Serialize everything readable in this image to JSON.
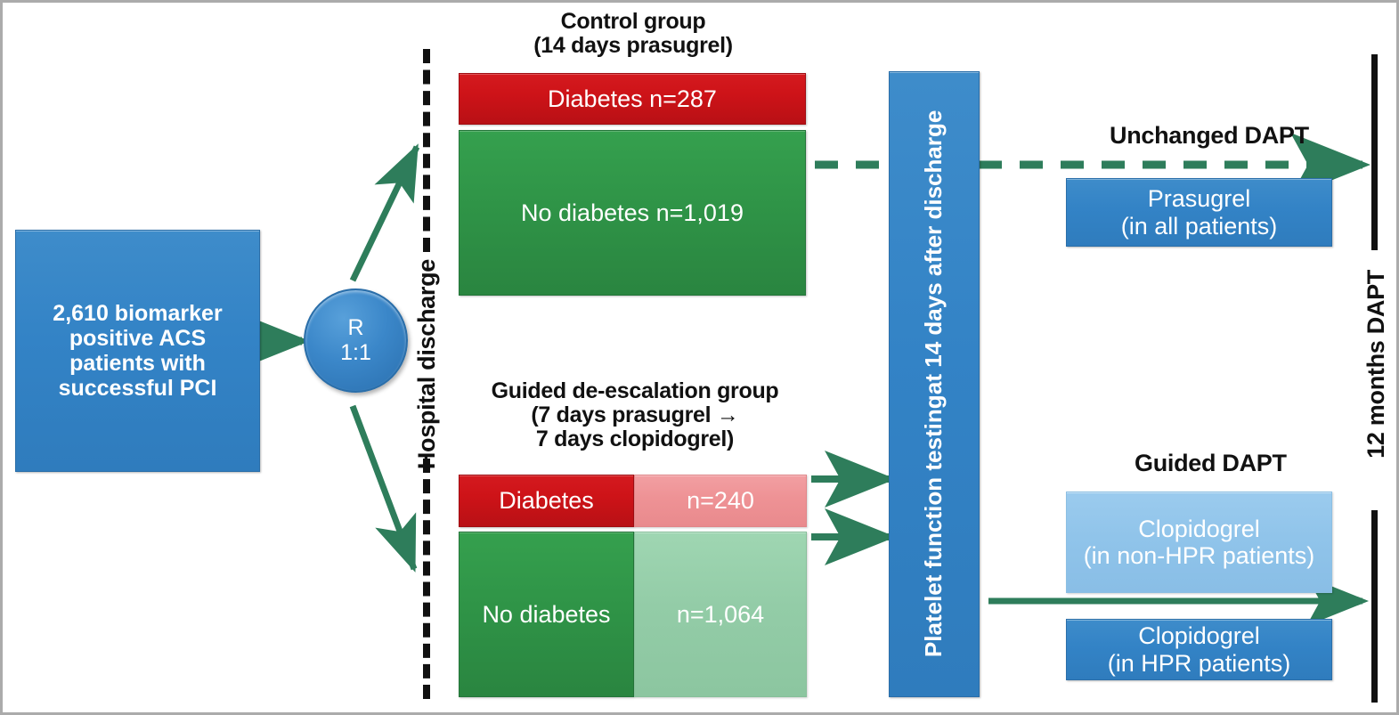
{
  "figure": {
    "title": "Guided de-escalation of antiplatelet treatment trial flow diagram"
  },
  "enrollment": {
    "box_label": "2,610 biomarker positive ACS patients with successful PCI",
    "randomization_label": "R\n1:1",
    "randomization_line1": "R",
    "randomization_line2": "1:1"
  },
  "timeline": {
    "hospital_discharge": "Hospital discharge",
    "dapt_duration": "12 months DAPT"
  },
  "control_group": {
    "heading_line1": "Control group",
    "heading_line2": "(14 days prasugrel)",
    "diabetes_label": "Diabetes n=287",
    "no_diabetes_label": "No diabetes n=1,019",
    "diabetes_n": 287,
    "no_diabetes_n": 1019
  },
  "deescalation_group": {
    "heading_line1": "Guided de-escalation group",
    "heading_line2": "(7 days prasugrel →",
    "heading_line3": "7 days clopidogrel)",
    "diabetes_label": "Diabetes",
    "diabetes_n_label": "n=240",
    "no_diabetes_label": "No diabetes",
    "no_diabetes_n_label": "n=1,064",
    "diabetes_n": 240,
    "no_diabetes_n": 1064
  },
  "testing": {
    "label_line1": "Platelet function testing",
    "label_line2": "at 14 days after discharge"
  },
  "outcomes": {
    "unchanged_dapt_heading": "Unchanged DAPT",
    "guided_dapt_heading": "Guided DAPT",
    "prasugrel_line1": "Prasugrel",
    "prasugrel_line2": "(in all patients)",
    "clopidogrel_non_hpr_line1": "Clopidogrel",
    "clopidogrel_non_hpr_line2": "(in non-HPR patients)",
    "clopidogrel_hpr_line1": "Clopidogrel",
    "clopidogrel_hpr_line2": "(in HPR patients)"
  },
  "colors": {
    "blue": "#3383C6",
    "light_blue": "#90C4EA",
    "red": "#CE1318",
    "light_red": "#EE9295",
    "green": "#2F9447",
    "light_green": "#93CCA7",
    "arrow_green": "#2E7D5B",
    "black": "#111111",
    "frame": "#ABABAB"
  }
}
